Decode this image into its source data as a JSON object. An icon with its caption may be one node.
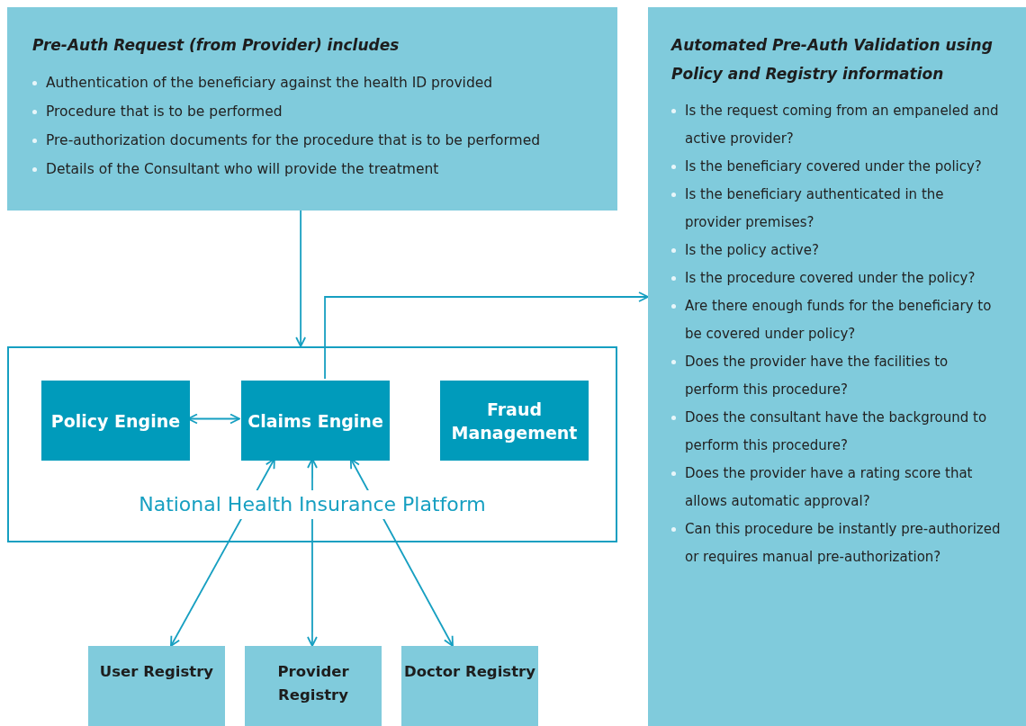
{
  "diagram": {
    "nodes": [
      {
        "text": [
          "Pre-Auth Request (from Provider) includes",
          "Authentication of the beneficiary against the health ID provided",
          "Procedure that is to be performed",
          "Pre-authorization documents for the procedure that is to be performed",
          "Details of the Consultant who will provide the treatment"
        ]
      },
      {
        "text": [
          "Automated Pre-Auth Validation using Policy and Registry information",
          "Is the request coming from an empaneled and active provider?",
          "Is the beneficiary covered under the policy?",
          "Is the beneficiary authenticated in the provider premises?",
          "Is the policy active?",
          "Is the procedure covered under the policy?",
          "Are there enough funds for the beneficiary to be covered under policy?",
          "Does the provider have the facilities to perform this procedure?",
          "Does the consultant have the background to perform this procedure?",
          "Does the provider have a rating score that allows automatic approval?",
          "Can this procedure be instantly pre-authorized or requires manual pre-authorization?"
        ]
      },
      {
        "text": [
          "National Health Insurance Platform"
        ]
      },
      {
        "text": [
          "Policy Engine"
        ],
        "in": 2
      },
      {
        "text": [
          "Claims Engine"
        ],
        "in": 2
      },
      {
        "text": [
          "Fraud Management"
        ],
        "in": 2
      },
      {
        "text": [
          "User Registry"
        ]
      },
      {
        "text": [
          "Provider Registry"
        ]
      },
      {
        "text": [
          "Doctor Registry"
        ]
      }
    ],
    "edges": [
      {
        "from": 0,
        "to": 2,
        "arrow": "to"
      },
      {
        "from": 4,
        "to": 1,
        "arrow": "to"
      },
      {
        "from": 3,
        "to": 4,
        "arrow": "both"
      },
      {
        "from": 4,
        "to": 6,
        "arrow": "both"
      },
      {
        "from": 4,
        "to": 7,
        "arrow": "both"
      },
      {
        "from": 4,
        "to": 8,
        "arrow": "both"
      }
    ]
  }
}
